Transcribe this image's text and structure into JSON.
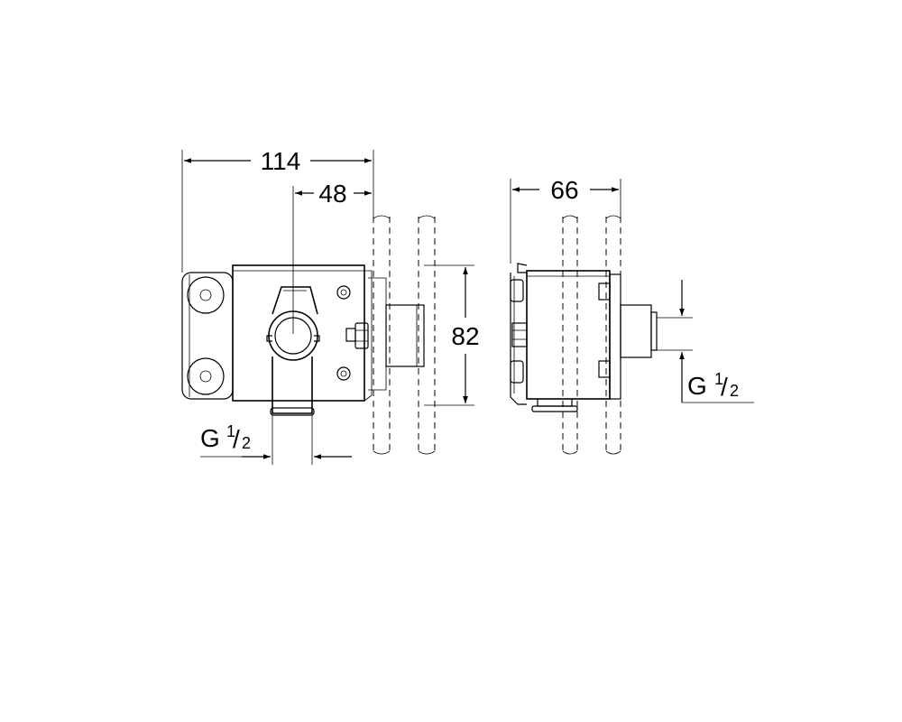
{
  "dimensions": {
    "width_total": "114",
    "offset": "48",
    "height": "82",
    "depth": "66"
  },
  "threads": {
    "front": {
      "letter": "G",
      "numerator": "1",
      "slash": "/",
      "denominator": "2"
    },
    "side": {
      "letter": "G",
      "numerator": "1",
      "slash": "/",
      "denominator": "2"
    }
  }
}
